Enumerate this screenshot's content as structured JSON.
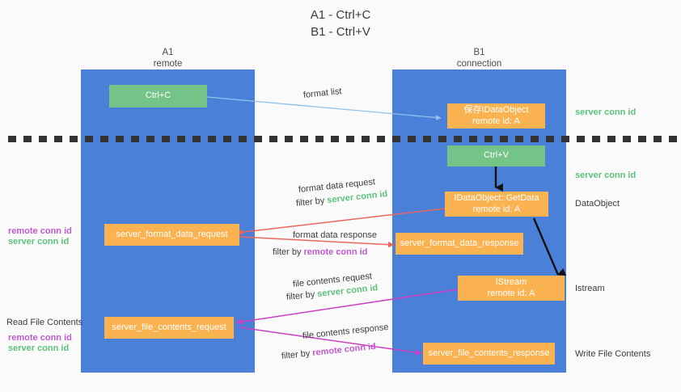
{
  "title": {
    "line1": "A1 - Ctrl+C",
    "line2": "B1 - Ctrl+V"
  },
  "colors": {
    "lane": "#4a80d8",
    "green_box": "#74c387",
    "orange_box": "#fbb250",
    "server_conn_id": "#5ec27a",
    "remote_conn_id": "#c05ad0",
    "arrow_red": "#e8685d",
    "arrow_magenta": "#cc3fc0",
    "arrow_lightblue": "#8fc2ea",
    "arrow_black": "#111111",
    "divider": "#333333",
    "page_bg": "#fafafa"
  },
  "columns": [
    {
      "name": "A1",
      "sub": "remote"
    },
    {
      "name": "B1",
      "sub": "connection"
    }
  ],
  "nodes": {
    "ctrl_c": {
      "label": "Ctrl+C"
    },
    "save_idataobject": {
      "line1": "保存IDataObject",
      "line2": "remote id: A"
    },
    "ctrl_v": {
      "label": "Ctrl+V"
    },
    "idataobject_getdata": {
      "line1": "IDataObject::GetData",
      "line2": "remote id: A"
    },
    "istream": {
      "line1": "IStream",
      "line2": "remote id: A"
    },
    "server_format_data_request": {
      "label": "server_format_data_request"
    },
    "server_format_data_response": {
      "label": "server_format_data_response"
    },
    "server_file_contents_request": {
      "label": "server_file_contents_request"
    },
    "server_file_contents_response": {
      "label": "server_file_contents_response"
    }
  },
  "right_labels": [
    {
      "text": "server conn id",
      "kind": "green"
    },
    {
      "text": "server conn id",
      "kind": "green"
    },
    {
      "text": "DataObject",
      "kind": "plain"
    },
    {
      "text": "Istream",
      "kind": "plain"
    },
    {
      "text": "Write File Contents",
      "kind": "plain"
    }
  ],
  "left_labels": {
    "remote_conn_id_1": "remote conn id",
    "server_conn_id_1": "server conn id",
    "read_file_contents": "Read File Contents",
    "remote_conn_id_2": "remote conn id",
    "server_conn_id_2": "server conn id"
  },
  "edge_labels": {
    "format_list": "format list",
    "format_data_request": "format data request",
    "filter_by_1": "filter by",
    "filter_target_1": "server conn id",
    "format_data_response": "format data response",
    "filter_by_2": "filter by",
    "filter_target_2": "remote conn id",
    "file_contents_request": "file contents request",
    "filter_by_3": "filter by",
    "filter_target_3": "server conn id",
    "file_contents_response": "file contents response",
    "filter_by_4": "filter by",
    "filter_target_4": "remote conn id"
  }
}
